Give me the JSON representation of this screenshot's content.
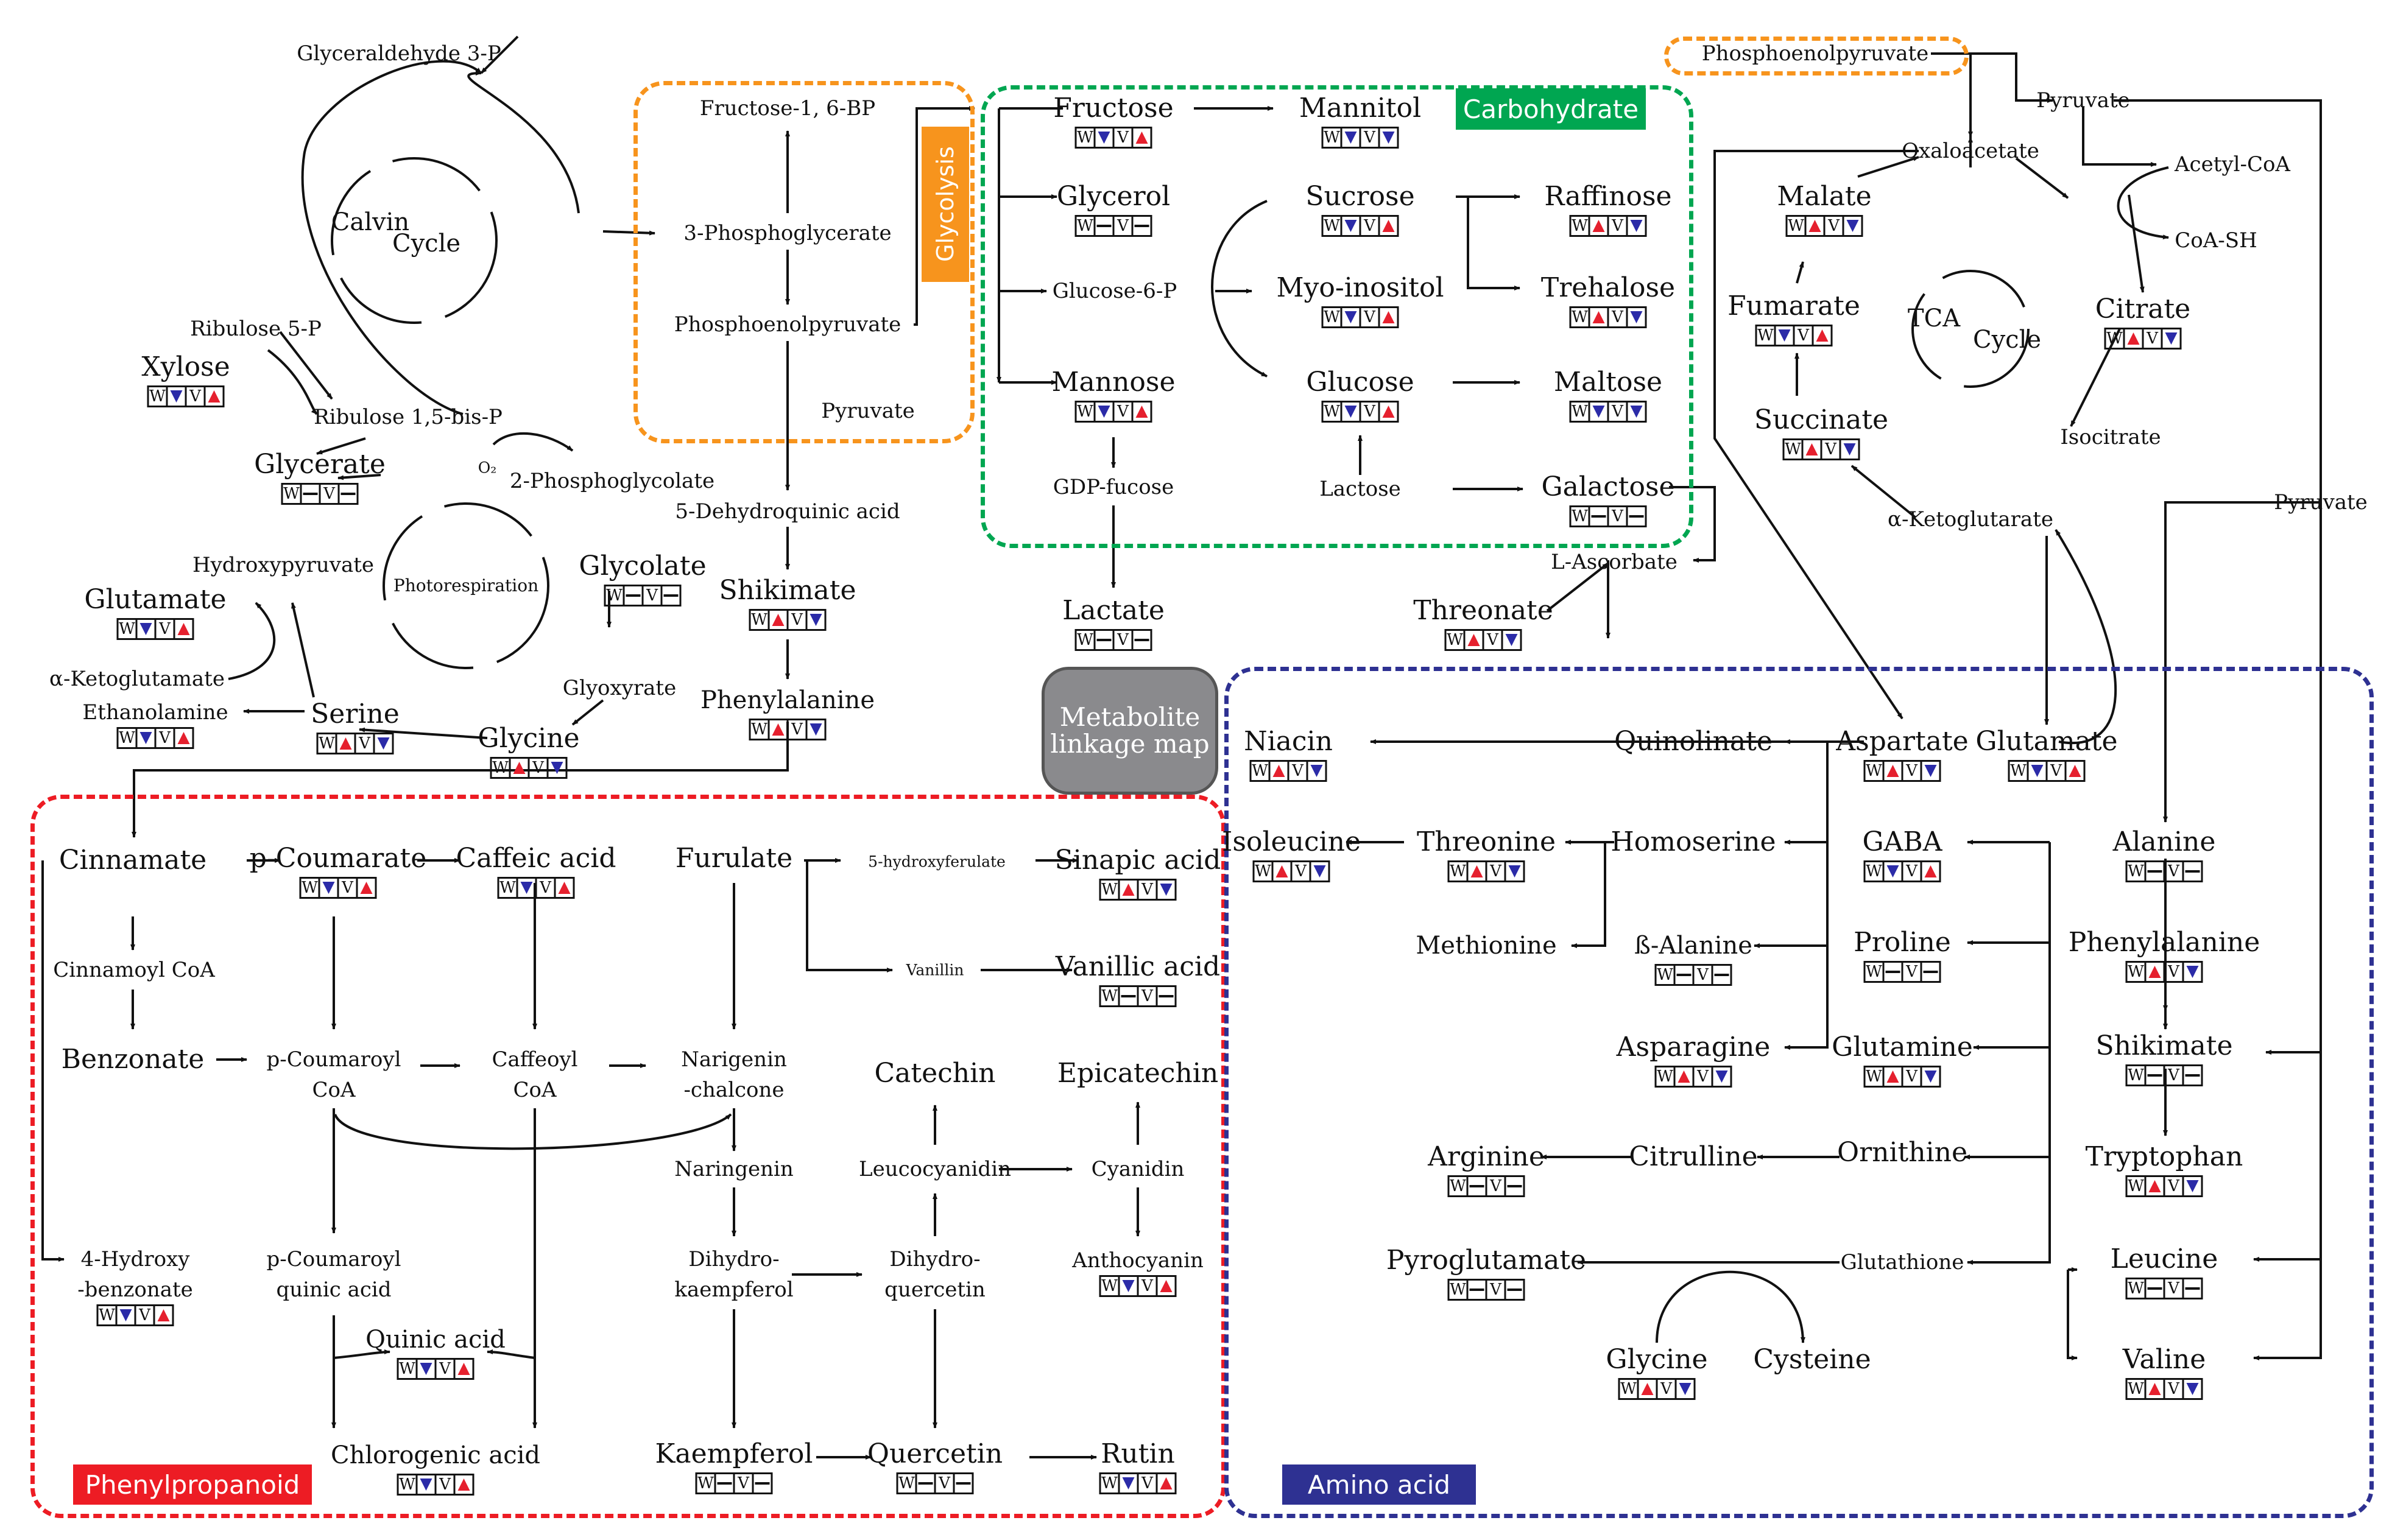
{
  "colors": {
    "increase": "#e5202e",
    "decrease": "#2b2ba8",
    "glycolysis": "#f7941d",
    "carbohydrate": "#00a651",
    "phenylpropanoid": "#ed1c24",
    "amino_acid": "#2e3192",
    "hub": "#8a8a8d"
  },
  "groups": {
    "glycolysis": {
      "label": "Glycolysis"
    },
    "carbohydrate": {
      "label": "Carbohydrate"
    },
    "phenylpropanoid": {
      "label": "Phenylpropanoid"
    },
    "amino_acid": {
      "label": "Amino acid"
    }
  },
  "hub": {
    "line1": "Metabolite",
    "line2": "linkage map"
  },
  "indicator_letters": {
    "first": "W",
    "third": "V"
  },
  "metabolites": [
    {
      "id": "glyceraldehyde3p",
      "text": "Glyceraldehyde 3-P"
    },
    {
      "id": "calvin_a",
      "text": "Calvin"
    },
    {
      "id": "calvin_b",
      "text": "Cycle"
    },
    {
      "id": "ribulose5p",
      "text": "Ribulose 5-P"
    },
    {
      "id": "xylose",
      "text": "Xylose",
      "ind": [
        "d",
        "u"
      ]
    },
    {
      "id": "ribulose15bp",
      "text": "Ribulose 1,5-bis-P"
    },
    {
      "id": "o2",
      "text": "O₂"
    },
    {
      "id": "phosphoglycolate",
      "text": "2-Phosphoglycolate"
    },
    {
      "id": "glycerate",
      "text": "Glycerate",
      "ind": [
        "-",
        "-"
      ]
    },
    {
      "id": "photoresp",
      "text": "Photorespiration"
    },
    {
      "id": "hydroxypyruvate",
      "text": "Hydroxypyruvate"
    },
    {
      "id": "glycolate",
      "text": "Glycolate",
      "ind": [
        "-",
        "-"
      ]
    },
    {
      "id": "glutamate_l",
      "text": "Glutamate",
      "ind": [
        "d",
        "u"
      ]
    },
    {
      "id": "akg_l",
      "text": "α-Ketoglutamate"
    },
    {
      "id": "glyoxyrate",
      "text": "Glyoxyrate"
    },
    {
      "id": "ethanolamine",
      "text": "Ethanolamine",
      "ind": [
        "d",
        "u"
      ]
    },
    {
      "id": "serine",
      "text": "Serine",
      "ind": [
        "u",
        "d"
      ]
    },
    {
      "id": "glycine_l",
      "text": "Glycine",
      "ind": [
        "u",
        "d"
      ]
    },
    {
      "id": "f16bp",
      "text": "Fructose-1, 6-BP"
    },
    {
      "id": "pga3",
      "text": "3-Phosphoglycerate"
    },
    {
      "id": "pep_l",
      "text": "Phosphoenolpyruvate"
    },
    {
      "id": "pyruvate_g",
      "text": "Pyruvate"
    },
    {
      "id": "dhq",
      "text": "5-Dehydroquinic acid"
    },
    {
      "id": "shikimate_m",
      "text": "Shikimate",
      "ind": [
        "u",
        "d"
      ]
    },
    {
      "id": "phe_m",
      "text": "Phenylalanine",
      "ind": [
        "u",
        "d"
      ]
    },
    {
      "id": "fructose",
      "text": "Fructose",
      "ind": [
        "d",
        "u"
      ]
    },
    {
      "id": "glycerol",
      "text": "Glycerol",
      "ind": [
        "-",
        "-"
      ]
    },
    {
      "id": "g6p",
      "text": "Glucose-6-P"
    },
    {
      "id": "mannose",
      "text": "Mannose",
      "ind": [
        "d",
        "u"
      ]
    },
    {
      "id": "gdpfucose",
      "text": "GDP-fucose"
    },
    {
      "id": "mannitol",
      "text": "Mannitol",
      "ind": [
        "d",
        "d"
      ]
    },
    {
      "id": "sucrose",
      "text": "Sucrose",
      "ind": [
        "d",
        "u"
      ]
    },
    {
      "id": "myoinositol",
      "text": "Myo-inositol",
      "ind": [
        "d",
        "u"
      ]
    },
    {
      "id": "glucose",
      "text": "Glucose",
      "ind": [
        "d",
        "u"
      ]
    },
    {
      "id": "lactose",
      "text": "Lactose"
    },
    {
      "id": "raffinose",
      "text": "Raffinose",
      "ind": [
        "u",
        "d"
      ]
    },
    {
      "id": "trehalose",
      "text": "Trehalose",
      "ind": [
        "u",
        "d"
      ]
    },
    {
      "id": "maltose",
      "text": "Maltose",
      "ind": [
        "d",
        "d"
      ]
    },
    {
      "id": "galactose",
      "text": "Galactose",
      "ind": [
        "-",
        "-"
      ]
    },
    {
      "id": "lactate",
      "text": "Lactate",
      "ind": [
        "-",
        "-"
      ]
    },
    {
      "id": "lascorbate",
      "text": "L-Ascorbate"
    },
    {
      "id": "threonate",
      "text": "Threonate",
      "ind": [
        "u",
        "d"
      ]
    },
    {
      "id": "pep_t",
      "text": "Phosphoenolpyruvate"
    },
    {
      "id": "pyruvate_t",
      "text": "Pyruvate"
    },
    {
      "id": "oxaloacetate",
      "text": "Oxaloacetate"
    },
    {
      "id": "acetylcoa",
      "text": "Acetyl-CoA"
    },
    {
      "id": "coash",
      "text": "CoA-SH"
    },
    {
      "id": "malate",
      "text": "Malate",
      "ind": [
        "u",
        "d"
      ]
    },
    {
      "id": "fumarate",
      "text": "Fumarate",
      "ind": [
        "d",
        "u"
      ]
    },
    {
      "id": "tca_a",
      "text": "TCA"
    },
    {
      "id": "tca_b",
      "text": "Cycle"
    },
    {
      "id": "citrate",
      "text": "Citrate",
      "ind": [
        "u",
        "d"
      ]
    },
    {
      "id": "succinate",
      "text": "Succinate",
      "ind": [
        "u",
        "d"
      ]
    },
    {
      "id": "isocitrate",
      "text": "Isocitrate"
    },
    {
      "id": "akg_r",
      "text": "α-Ketoglutarate"
    },
    {
      "id": "pyruvate_r",
      "text": "Pyruvate"
    },
    {
      "id": "cinnamate",
      "text": "Cinnamate"
    },
    {
      "id": "pcoumarate",
      "text": "p-Coumarate",
      "ind": [
        "d",
        "u"
      ],
      "italic_prefix": "p"
    },
    {
      "id": "caffeic",
      "text": "Caffeic acid",
      "ind": [
        "d",
        "u"
      ]
    },
    {
      "id": "furulate",
      "text": "Furulate"
    },
    {
      "id": "hydroxyferulate",
      "text": "5-hydroxyferulate"
    },
    {
      "id": "sinapic",
      "text": "Sinapic acid",
      "ind": [
        "u",
        "d"
      ]
    },
    {
      "id": "vanillin",
      "text": "Vanillin"
    },
    {
      "id": "vanillic",
      "text": "Vanillic acid",
      "ind": [
        "-",
        "-"
      ]
    },
    {
      "id": "cinnamoylcoa",
      "text": "Cinnamoyl CoA"
    },
    {
      "id": "benzonate",
      "text": "Benzonate"
    },
    {
      "id": "pcoumaroylcoa_a",
      "text": "p-Coumaroyl"
    },
    {
      "id": "pcoumaroylcoa_b",
      "text": "CoA"
    },
    {
      "id": "caffeoylcoa_a",
      "text": "Caffeoyl"
    },
    {
      "id": "caffeoylcoa_b",
      "text": "CoA"
    },
    {
      "id": "narigenin_a",
      "text": "Narigenin"
    },
    {
      "id": "narigenin_b",
      "text": "-chalcone"
    },
    {
      "id": "catechin",
      "text": "Catechin"
    },
    {
      "id": "epicatechin",
      "text": "Epicatechin"
    },
    {
      "id": "naringenin",
      "text": "Naringenin"
    },
    {
      "id": "leucocyanidin",
      "text": "Leucocyanidin"
    },
    {
      "id": "cyanidin",
      "text": "Cyanidin"
    },
    {
      "id": "hydroxybenzonate_a",
      "text": "4-Hydroxy"
    },
    {
      "id": "hydroxybenzonate_b",
      "text": "-benzonate",
      "ind": [
        "d",
        "u"
      ]
    },
    {
      "id": "pcoumaroylquinic_a",
      "text": "p-Coumaroyl"
    },
    {
      "id": "pcoumaroylquinic_b",
      "text": "quinic acid"
    },
    {
      "id": "dihydrokaemp_a",
      "text": "Dihydro-"
    },
    {
      "id": "dihydrokaemp_b",
      "text": "kaempferol"
    },
    {
      "id": "dihydroquer_a",
      "text": "Dihydro-"
    },
    {
      "id": "dihydroquer_b",
      "text": "quercetin"
    },
    {
      "id": "anthocyanin",
      "text": "Anthocyanin",
      "ind": [
        "d",
        "u"
      ]
    },
    {
      "id": "quinic",
      "text": "Quinic acid",
      "ind": [
        "d",
        "u"
      ]
    },
    {
      "id": "chlorogenic",
      "text": "Chlorogenic acid",
      "ind": [
        "d",
        "u"
      ]
    },
    {
      "id": "kaempferol",
      "text": "Kaempferol",
      "ind": [
        "-",
        "-"
      ]
    },
    {
      "id": "quercetin",
      "text": "Quercetin",
      "ind": [
        "-",
        "-"
      ]
    },
    {
      "id": "rutin",
      "text": "Rutin",
      "ind": [
        "d",
        "u"
      ]
    },
    {
      "id": "niacin",
      "text": "Niacin",
      "ind": [
        "u",
        "d"
      ]
    },
    {
      "id": "quinolinate",
      "text": "Quinolinate"
    },
    {
      "id": "aspartate",
      "text": "Aspartate",
      "ind": [
        "u",
        "d"
      ]
    },
    {
      "id": "glutamate_r",
      "text": "Glutamate",
      "ind": [
        "d",
        "u"
      ]
    },
    {
      "id": "isoleucine",
      "text": "Isoleucine",
      "ind": [
        "u",
        "d"
      ]
    },
    {
      "id": "threonine",
      "text": "Threonine",
      "ind": [
        "u",
        "d"
      ]
    },
    {
      "id": "homoserine",
      "text": "Homoserine"
    },
    {
      "id": "gaba",
      "text": "GABA",
      "ind": [
        "d",
        "u"
      ]
    },
    {
      "id": "alanine",
      "text": "Alanine",
      "ind": [
        "-",
        "-"
      ]
    },
    {
      "id": "methionine",
      "text": "Methionine"
    },
    {
      "id": "balanine",
      "text": "ß-Alanine",
      "ind": [
        "-",
        "-"
      ]
    },
    {
      "id": "proline",
      "text": "Proline",
      "ind": [
        "-",
        "-"
      ]
    },
    {
      "id": "phe_r",
      "text": "Phenylalanine",
      "ind": [
        "u",
        "d"
      ]
    },
    {
      "id": "asparagine",
      "text": "Asparagine",
      "ind": [
        "u",
        "d"
      ]
    },
    {
      "id": "glutamine",
      "text": "Glutamine",
      "ind": [
        "u",
        "d"
      ]
    },
    {
      "id": "shikimate_r",
      "text": "Shikimate",
      "ind": [
        "-",
        "-"
      ]
    },
    {
      "id": "arginine",
      "text": "Arginine",
      "ind": [
        "-",
        "-"
      ]
    },
    {
      "id": "citrulline",
      "text": "Citrulline"
    },
    {
      "id": "ornithine",
      "text": "Ornithine"
    },
    {
      "id": "tryptophan",
      "text": "Tryptophan",
      "ind": [
        "u",
        "d"
      ]
    },
    {
      "id": "pyroglutamate",
      "text": "Pyroglutamate",
      "ind": [
        "-",
        "-"
      ]
    },
    {
      "id": "glutathione",
      "text": "Glutathione"
    },
    {
      "id": "leucine",
      "text": "Leucine",
      "ind": [
        "-",
        "-"
      ]
    },
    {
      "id": "glycine_r",
      "text": "Glycine",
      "ind": [
        "u",
        "d"
      ]
    },
    {
      "id": "cysteine",
      "text": "Cysteine"
    },
    {
      "id": "valine",
      "text": "Valine",
      "ind": [
        "u",
        "d"
      ]
    }
  ]
}
